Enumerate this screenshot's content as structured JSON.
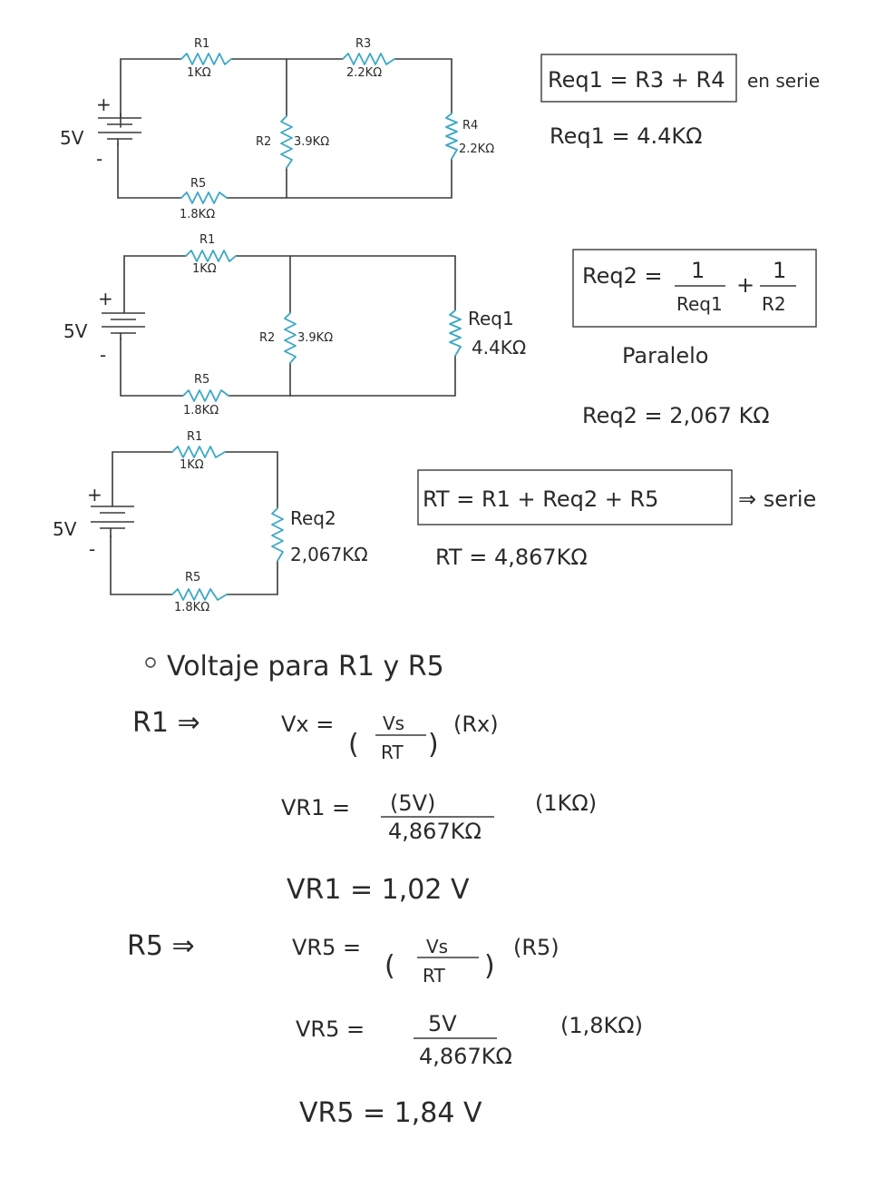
{
  "circuit1": {
    "battery": "5V",
    "plus": "+",
    "minus": "-",
    "r1": {
      "name": "R1",
      "value": "1KΩ"
    },
    "r3": {
      "name": "R3",
      "value": "2.2KΩ"
    },
    "r2": {
      "name": "R2",
      "value": "3.9KΩ"
    },
    "r4": {
      "name": "R4",
      "value": "2.2KΩ"
    },
    "r5": {
      "name": "R5",
      "value": "1.8KΩ"
    }
  },
  "circuit2": {
    "battery": "5V",
    "plus": "+",
    "minus": "-",
    "r1": {
      "name": "R1",
      "value": "1KΩ"
    },
    "r2": {
      "name": "R2",
      "value": "3.9KΩ"
    },
    "req1": {
      "name": "Req1",
      "value": "4.4KΩ"
    },
    "r5": {
      "name": "R5",
      "value": "1.8KΩ"
    }
  },
  "circuit3": {
    "battery": "5V",
    "plus": "+",
    "minus": "-",
    "r1": {
      "name": "R1",
      "value": "1KΩ"
    },
    "req2": {
      "name": "Req2",
      "value": "2,067KΩ"
    },
    "r5": {
      "name": "R5",
      "value": "1.8KΩ"
    }
  },
  "eq1": {
    "formula": "Req1 = R3 + R4",
    "note": "en serie",
    "result": "Req1 = 4.4KΩ"
  },
  "eq2": {
    "lhs": "Req2 =",
    "num1": "1",
    "den1": "Req1",
    "plus": "+",
    "num2": "1",
    "den2": "R2",
    "note": "Paralelo",
    "result": "Req2 = 2,067 KΩ"
  },
  "eq3": {
    "formula": "RT = R1 + Req2 + R5",
    "note": "⇒ serie",
    "result": "RT = 4,867KΩ"
  },
  "voltage": {
    "heading": "Voltaje   para   R1   y   R5",
    "r1_label": "R1 ⇒",
    "vx_lhs": "Vx =",
    "vx_num": "Vs",
    "vx_den": "RT",
    "vx_tail": "(Rx)",
    "vr1_lhs": "VR1 =",
    "vr1_num": "(5V)",
    "vr1_den": "4,867KΩ",
    "vr1_tail": "(1KΩ)",
    "vr1_result": "VR1 = 1,02 V",
    "r5_label": "R5 ⇒",
    "vr5f_lhs": "VR5 =",
    "vr5f_num": "Vs",
    "vr5f_den": "RT",
    "vr5f_tail": "(R5)",
    "vr5_lhs": "VR5 =",
    "vr5_num": "5V",
    "vr5_den": "4,867KΩ",
    "vr5_tail": "(1,8KΩ)",
    "vr5_result": "VR5 = 1,84 V"
  }
}
